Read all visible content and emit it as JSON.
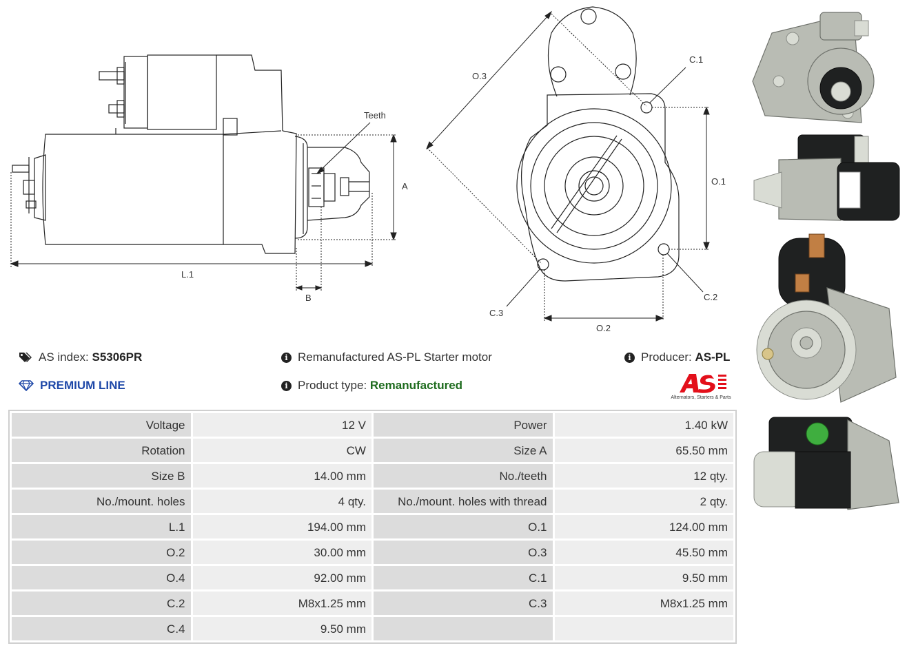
{
  "drawing_labels": {
    "teeth": "Teeth",
    "a": "A",
    "b": "B",
    "l1": "L.1",
    "o1": "O.1",
    "o2": "O.2",
    "o3": "O.3",
    "c1": "C.1",
    "c2": "C.2",
    "c3": "C.3"
  },
  "header": {
    "as_index_label": "AS index:",
    "as_index_value": "S5306PR",
    "premium_line": "PREMIUM LINE",
    "description": "Remanufactured AS-PL Starter motor",
    "product_type_label": "Product type:",
    "product_type_value": "Remanufactured",
    "producer_label": "Producer:",
    "producer_value": "AS-PL",
    "logo_caption": "Alternators, Starters & Parts"
  },
  "colors": {
    "premium_blue": "#1e48a8",
    "product_type_green": "#1d6b1d",
    "logo_red": "#e3101b",
    "key_cell": "#dcdcdc",
    "value_cell": "#eeeeee"
  },
  "icons": [
    "tag-icon",
    "diamond-icon",
    "info-icon",
    "as-logo"
  ],
  "specs": [
    [
      {
        "k": "Voltage",
        "v": "12 V"
      },
      {
        "k": "Power",
        "v": "1.40 kW"
      }
    ],
    [
      {
        "k": "Rotation",
        "v": "CW"
      },
      {
        "k": "Size A",
        "v": "65.50 mm"
      }
    ],
    [
      {
        "k": "Size B",
        "v": "14.00 mm"
      },
      {
        "k": "No./teeth",
        "v": "12 qty."
      }
    ],
    [
      {
        "k": "No./mount. holes",
        "v": "4 qty."
      },
      {
        "k": "No./mount. holes with thread",
        "v": "2 qty."
      }
    ],
    [
      {
        "k": "L.1",
        "v": "194.00 mm"
      },
      {
        "k": "O.1",
        "v": "124.00 mm"
      }
    ],
    [
      {
        "k": "O.2",
        "v": "30.00 mm"
      },
      {
        "k": "O.3",
        "v": "45.50 mm"
      }
    ],
    [
      {
        "k": "O.4",
        "v": "92.00 mm"
      },
      {
        "k": "C.1",
        "v": "9.50 mm"
      }
    ],
    [
      {
        "k": "C.2",
        "v": "M8x1.25 mm"
      },
      {
        "k": "C.3",
        "v": "M8x1.25 mm"
      }
    ],
    [
      {
        "k": "C.4",
        "v": "9.50 mm"
      },
      {
        "k": "",
        "v": ""
      }
    ]
  ]
}
